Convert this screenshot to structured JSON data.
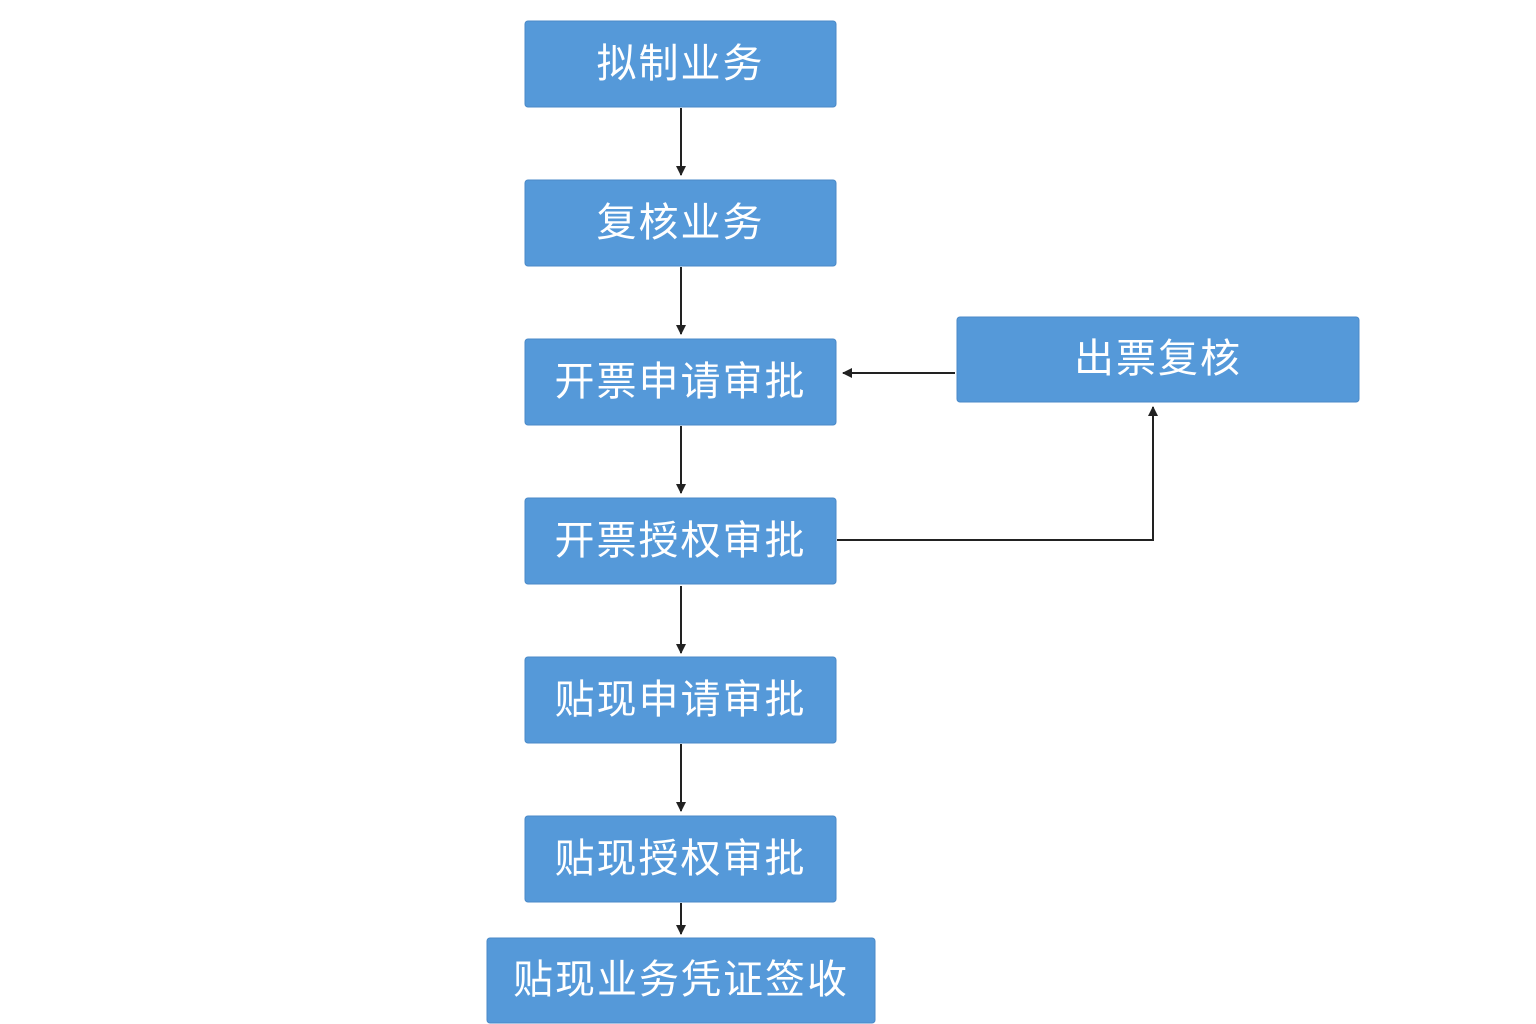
{
  "diagram": {
    "nodes": [
      {
        "id": "draft",
        "label": "拟制业务"
      },
      {
        "id": "review",
        "label": "复核业务"
      },
      {
        "id": "issue_apply",
        "label": "开票申请审批"
      },
      {
        "id": "issue_auth",
        "label": "开票授权审批"
      },
      {
        "id": "discount_apply",
        "label": "贴现申请审批"
      },
      {
        "id": "discount_auth",
        "label": "贴现授权审批"
      },
      {
        "id": "voucher_sign",
        "label": "贴现业务凭证签收"
      },
      {
        "id": "issue_review",
        "label": "出票复核"
      }
    ],
    "edges": [
      {
        "from": "draft",
        "to": "review"
      },
      {
        "from": "review",
        "to": "issue_apply"
      },
      {
        "from": "issue_apply",
        "to": "issue_auth"
      },
      {
        "from": "issue_auth",
        "to": "discount_apply"
      },
      {
        "from": "discount_apply",
        "to": "discount_auth"
      },
      {
        "from": "discount_auth",
        "to": "voucher_sign"
      },
      {
        "from": "issue_auth",
        "to": "issue_review"
      },
      {
        "from": "issue_review",
        "to": "issue_apply"
      }
    ],
    "colors": {
      "node_fill": "#5599d9",
      "node_text": "#ffffff",
      "edge": "#222222"
    }
  }
}
